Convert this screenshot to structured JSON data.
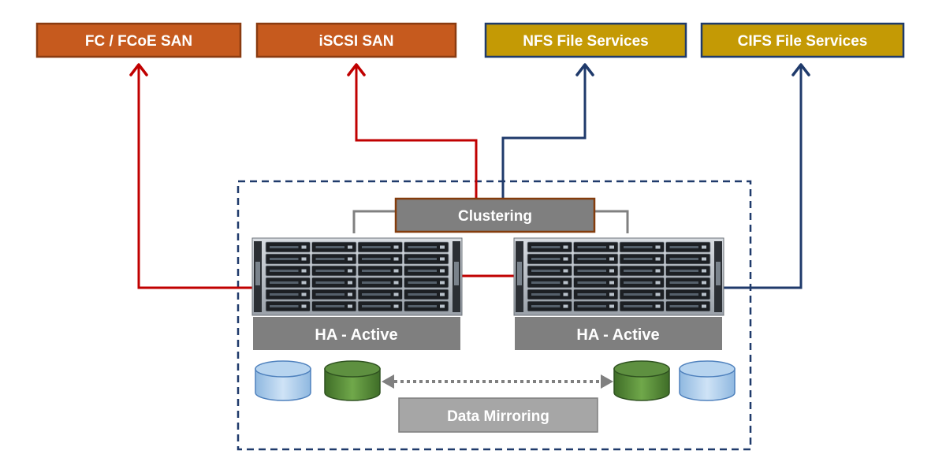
{
  "protocols": [
    {
      "label": "FC / FCoE SAN",
      "fill": "#c65a1e",
      "stroke": "#8a3b10"
    },
    {
      "label": "iSCSI SAN",
      "fill": "#c65a1e",
      "stroke": "#8a3b10"
    },
    {
      "label": "NFS File Services",
      "fill": "#c49a05",
      "stroke": "#1f3a6b"
    },
    {
      "label": "CIFS File Services",
      "fill": "#c49a05",
      "stroke": "#1f3a6b"
    }
  ],
  "clustering": {
    "label": "Clustering"
  },
  "nodes": [
    {
      "label": "HA - Active"
    },
    {
      "label": "HA - Active"
    }
  ],
  "mirroring": {
    "label": "Data Mirroring"
  },
  "colors": {
    "san_line": "#c00000",
    "nas_line": "#1f3a6b",
    "cluster_bracket": "#808080",
    "dashed_border": "#1f3a6b",
    "disk_blue": "#9dc3e6",
    "disk_green": "#548235"
  }
}
